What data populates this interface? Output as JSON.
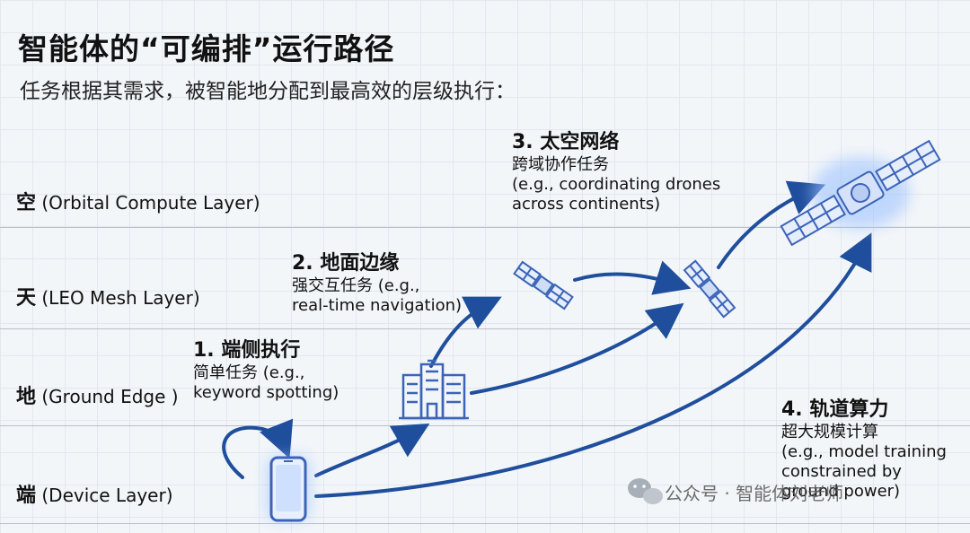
{
  "title": "智能体的“可编排”运行路径",
  "subtitle": "任务根据其需求，被智能地分配到最高效的层级执行：",
  "layers": [
    {
      "zh": "空",
      "en": "(Orbital Compute Layer)"
    },
    {
      "zh": "天",
      "en": "(LEO Mesh Layer)"
    },
    {
      "zh": "地",
      "en": "(Ground Edge )"
    },
    {
      "zh": "端",
      "en": "(Device Layer)"
    }
  ],
  "steps": [
    {
      "heading": "1. 端侧执行",
      "task": "简单任务 (e.g.,",
      "example": "keyword spotting)"
    },
    {
      "heading": "2. 地面边缘",
      "task": "强交互任务 (e.g.,",
      "example": "real-time navigation)"
    },
    {
      "heading": "3. 太空网络",
      "task": "跨域协作任务",
      "example": "(e.g., coordinating drones",
      "example2": "across continents)"
    },
    {
      "heading": "4. 轨道算力",
      "task": "超大规模计算",
      "example": "(e.g., model training",
      "example2": "constrained by",
      "example3": "ground power)"
    }
  ],
  "icons": [
    "phone-icon",
    "building-icon",
    "satellite-icon",
    "satellite-icon",
    "large-satellite-icon",
    "wechat-icon"
  ],
  "watermark": "公众号 · 智能体刘老师",
  "colors": {
    "arrow": "#1f4e9c",
    "icon": "#3b64b8",
    "glow": "#9fc3ff"
  }
}
